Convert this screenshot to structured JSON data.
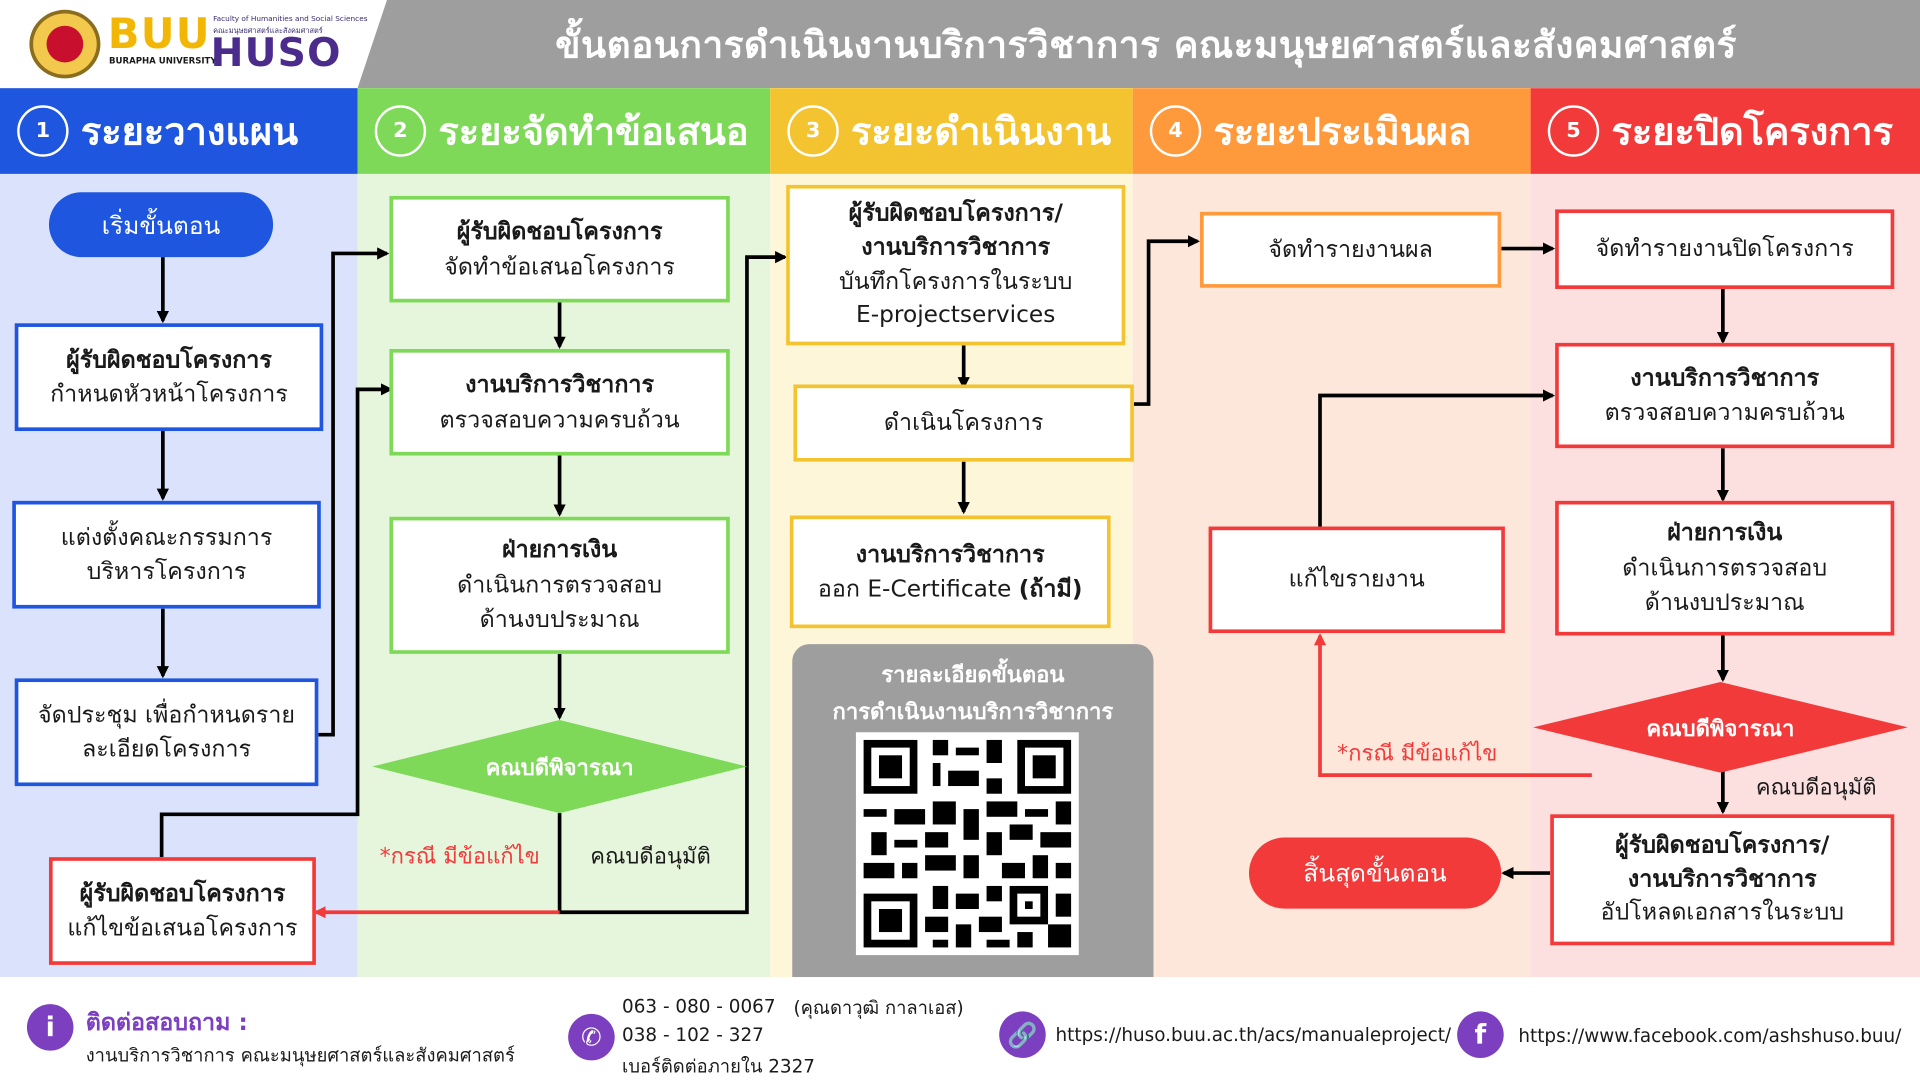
{
  "header": {
    "logo_main": "BUU",
    "logo_sub": "BURAPHA UNIVERSITY",
    "logo_faculty_en": "Faculty of Humanities and Social Sciences",
    "logo_faculty_th": "คณะมนุษยศาสตร์และสังคมศาสตร์",
    "logo_huso": "HUSO",
    "title": "ขั้นตอนการดำเนินงานบริการวิชาการ คณะมนุษยศาสตร์และสังคมศาสตร์"
  },
  "colors": {
    "blue": "#1e56e0",
    "green": "#7dd957",
    "yellow": "#f4c430",
    "orange": "#ff9a3c",
    "red": "#f33a3a",
    "gray": "#9e9e9e",
    "purple": "#7b3fbf"
  },
  "phases": [
    {
      "num": "1",
      "label": "ระยะวางแผน",
      "color": "#1e56e0",
      "bg": "#dbe2fb"
    },
    {
      "num": "2",
      "label": "ระยะจัดทำข้อเสนอ",
      "color": "#7dd957",
      "bg": "#e6f6dc"
    },
    {
      "num": "3",
      "label": "ระยะดำเนินงาน",
      "color": "#f4c430",
      "bg": "#fdf6d8"
    },
    {
      "num": "4",
      "label": "ระยะประเมินผล",
      "color": "#ff9a3c",
      "bg": "#fde6da"
    },
    {
      "num": "5",
      "label": "ระยะปิดโครงการ",
      "color": "#f33a3a",
      "bg": "#fce0e0"
    }
  ],
  "p1": {
    "start": "เริ่มขั้นตอน",
    "b1_bold": "ผู้รับผิดชอบโครงการ",
    "b1_text": "กำหนดหัวหน้าโครงการ",
    "b2_line1": "แต่งตั้งคณะกรรมการ",
    "b2_line2": "บริหารโครงการ",
    "b3_line1": "จัดประชุม เพื่อกำหนดราย",
    "b3_line2": "ละเอียดโครงการ",
    "b4_bold": "ผู้รับผิดชอบโครงการ",
    "b4_text": "แก้ไขข้อเสนอโครงการ"
  },
  "p2": {
    "b1_bold": "ผู้รับผิดชอบโครงการ",
    "b1_text": "จัดทำข้อเสนอโครงการ",
    "b2_bold": "งานบริการวิชาการ",
    "b2_text": "ตรวจสอบความครบถ้วน",
    "b3_bold": "ฝ่ายการเงิน",
    "b3_line1": "ดำเนินการตรวจสอบ",
    "b3_line2": "ด้านงบประมาณ",
    "diamond": "คณบดีพิจารณา",
    "note_fix": "*กรณี มีข้อแก้ไข",
    "note_ok": "คณบดีอนุมัติ"
  },
  "p3": {
    "b1_bold1": "ผู้รับผิดชอบโครงการ/",
    "b1_bold2": "งานบริการวิชาการ",
    "b1_line1": "บันทึกโครงการในระบบ",
    "b1_line2": "E-projectservices",
    "b2_text": "ดำเนินโครงการ",
    "b3_bold": "งานบริการวิชาการ",
    "b3_text": "ออก E-Certificate",
    "b3_extra": "(ถ้ามี)",
    "qr_title1": "รายละเอียดขั้นตอน",
    "qr_title2": "การดำเนินงานบริการวิชาการ"
  },
  "p4": {
    "b1_text": "จัดทำรายงานผล",
    "b2_text": "แก้ไขรายงาน",
    "note_fix": "*กรณี มีข้อแก้ไข",
    "end": "สิ้นสุดขั้นตอน"
  },
  "p5": {
    "b1_text": "จัดทำรายงานปิดโครงการ",
    "b2_bold": "งานบริการวิชาการ",
    "b2_text": "ตรวจสอบความครบถ้วน",
    "b3_bold": "ฝ่ายการเงิน",
    "b3_line1": "ดำเนินการตรวจสอบ",
    "b3_line2": "ด้านงบประมาณ",
    "diamond": "คณบดีพิจารณา",
    "note_ok": "คณบดีอนุมัติ",
    "b4_bold1": "ผู้รับผิดชอบโครงการ/",
    "b4_bold2": "งานบริการวิชาการ",
    "b4_text": "อัปโหลดเอกสารในระบบ"
  },
  "footer": {
    "contact_title": "ติดต่อสอบถาม :",
    "contact_org": "งานบริการวิชาการ คณะมนุษยศาสตร์และสังคมศาสตร์",
    "phone1": "063 - 080 - 0067",
    "phone1_name": "(คุณดาวุฒิ กาลาเอส)",
    "phone2": "038 - 102 - 327",
    "phone_ext": "เบอร์ติดต่อภายใน 2327",
    "link": "https://huso.buu.ac.th/acs/manualeproject/",
    "facebook": "https://www.facebook.com/ashshuso.buu/"
  }
}
